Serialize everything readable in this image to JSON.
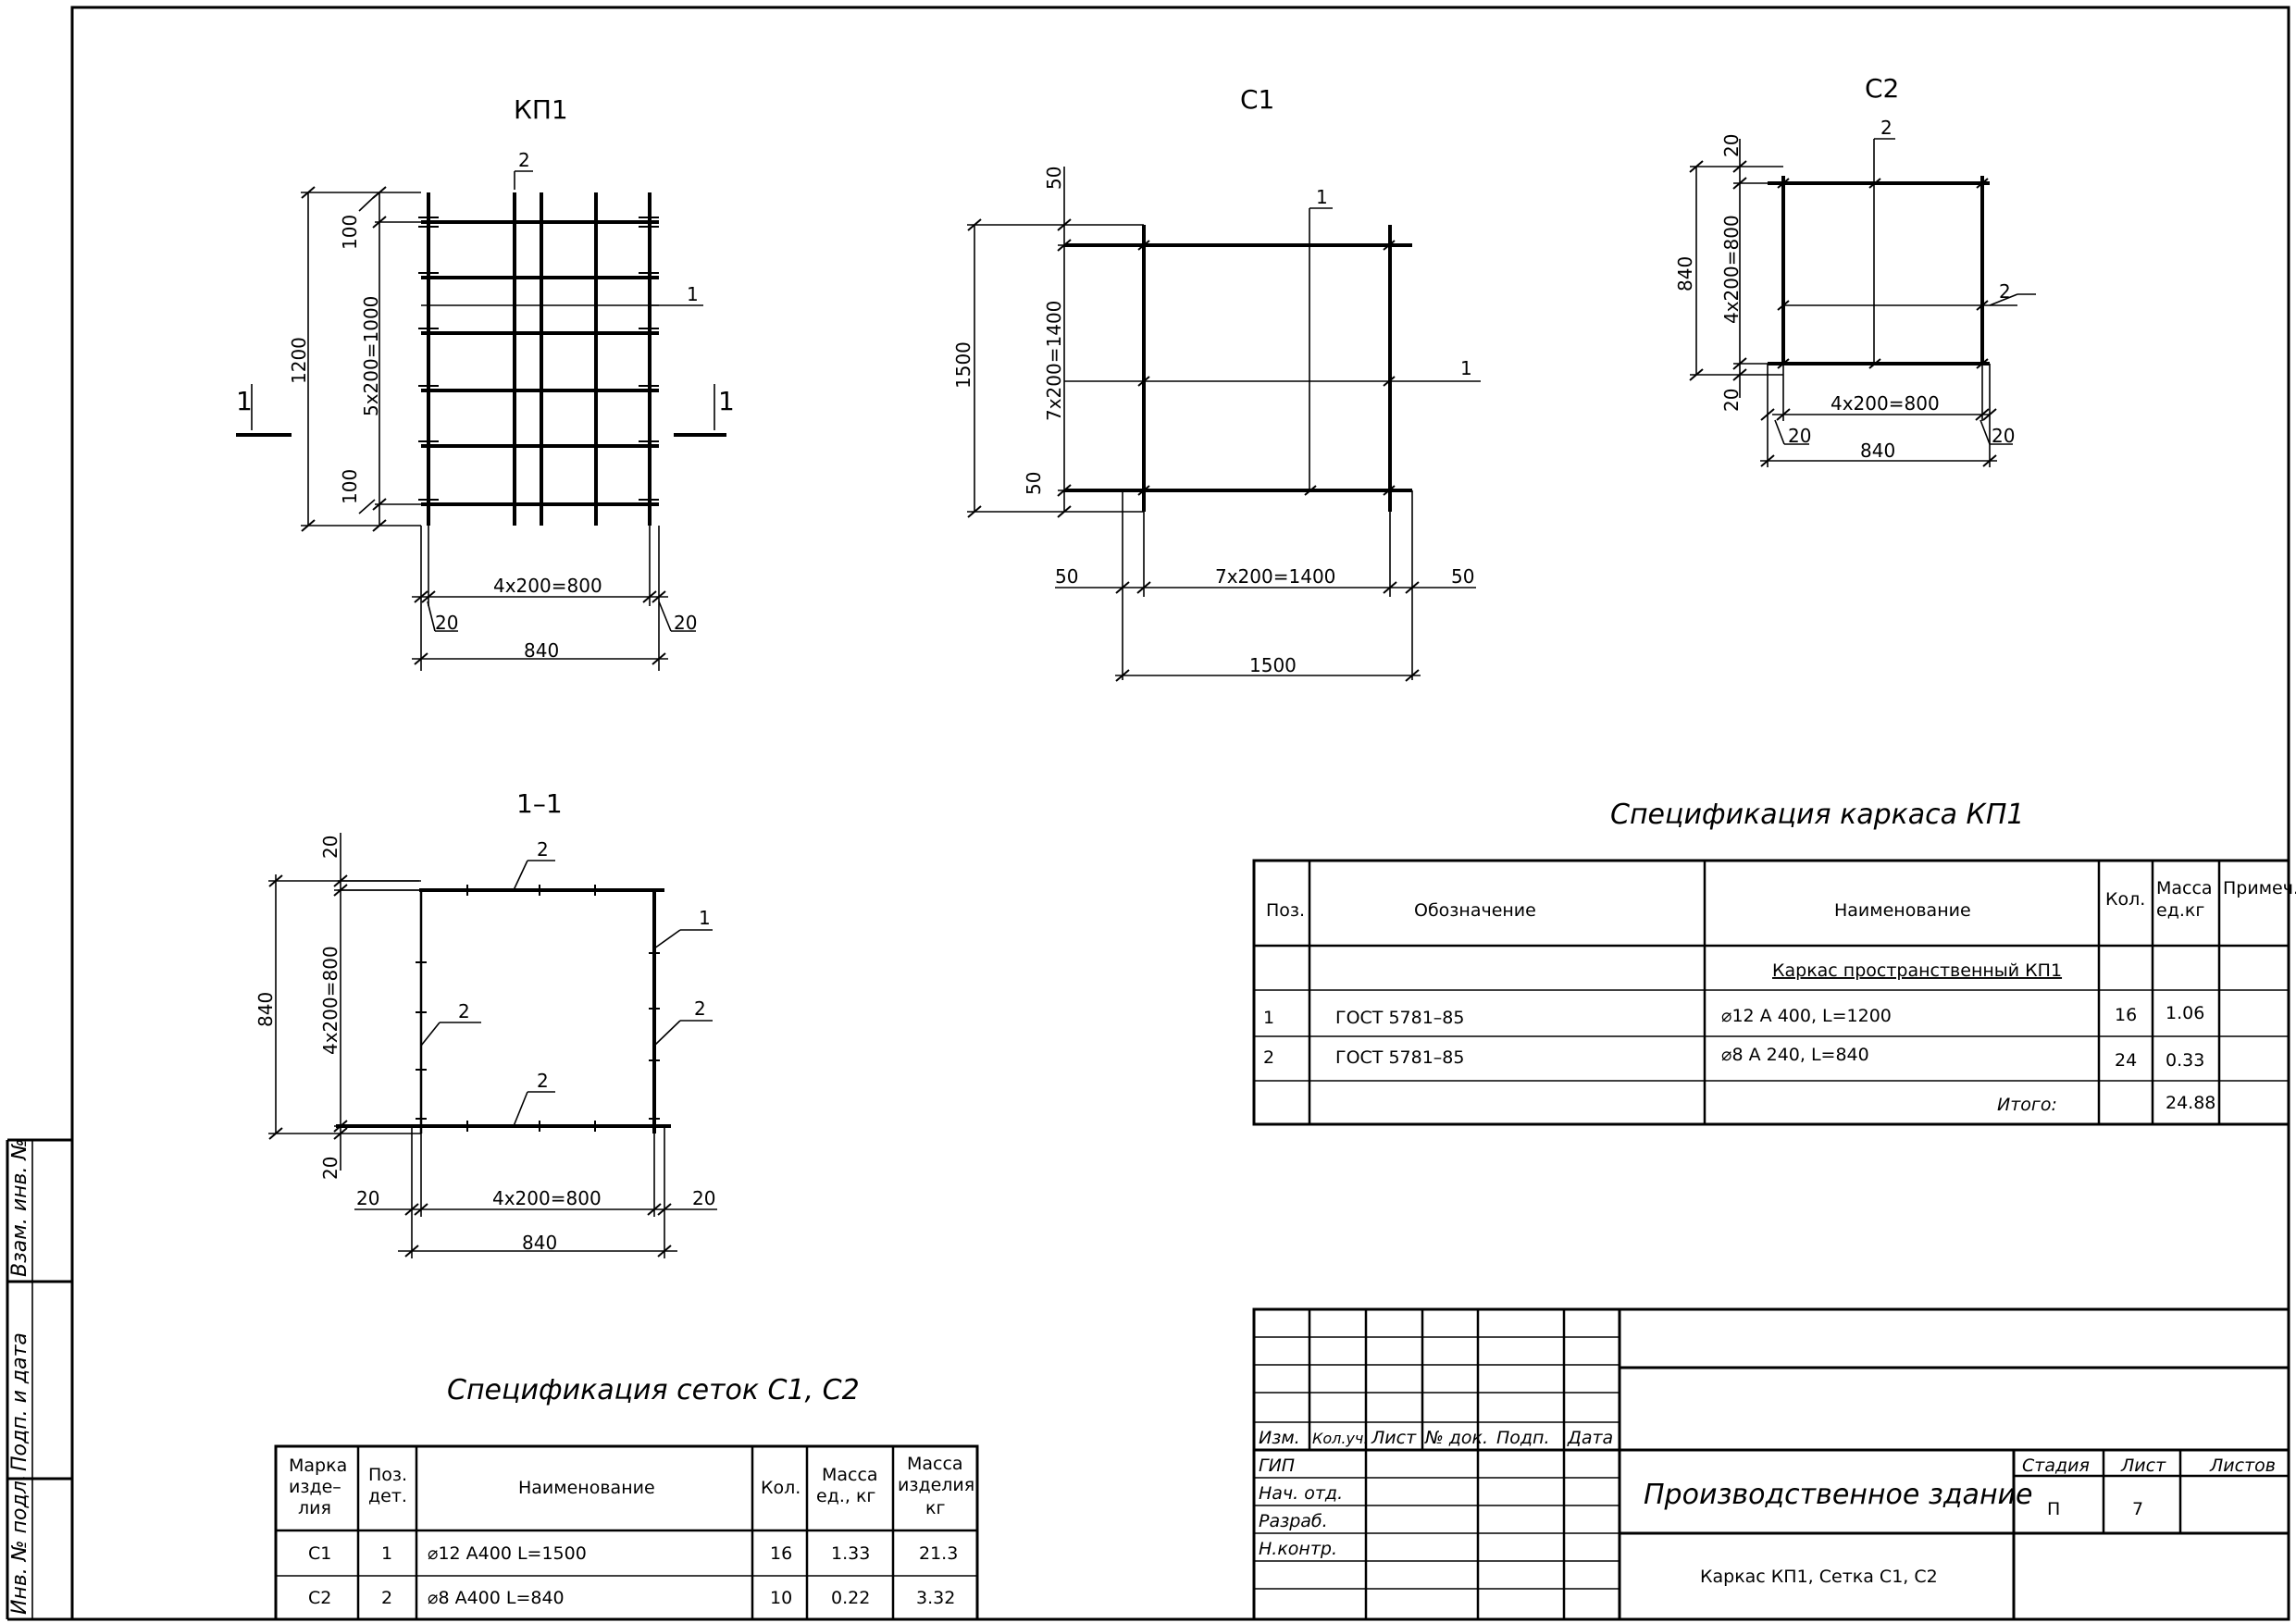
{
  "views": {
    "kp1": {
      "title": "КП1",
      "callout_1": "1",
      "callout_2": "2",
      "dim_height": "1200",
      "dim_top": "100",
      "dim_bottom": "100",
      "dim_spacing": "5x200=1000",
      "dim_width_spacing": "4x200=800",
      "dim_width": "840",
      "dim_overhang_left": "20",
      "dim_overhang_right": "20",
      "section_mark_left": "1",
      "section_mark_right": "1"
    },
    "c1": {
      "title": "С1",
      "callout_1a": "1",
      "callout_1b": "1",
      "dim_height": "1500",
      "dim_top": "50",
      "dim_bottom": "50",
      "dim_spacing_v": "7x200=1400",
      "dim_left": "50",
      "dim_right": "50",
      "dim_spacing_h": "7x200=1400",
      "dim_width": "1500"
    },
    "c2": {
      "title": "С2",
      "callout_2a": "2",
      "callout_2b": "2",
      "dim_top": "20",
      "dim_bottom": "20",
      "dim_height": "840",
      "dim_spacing_v": "4x200=800",
      "dim_spacing_h": "4x200=800",
      "dim_left": "20",
      "dim_right": "20",
      "dim_width": "840"
    },
    "section_1_1": {
      "title": "1–1",
      "callout_top": "2",
      "callout_mid": "2",
      "callout_bottom": "2",
      "callout_right_1": "1",
      "callout_right_2": "2",
      "dim_top": "20",
      "dim_bottom": "20",
      "dim_height": "840",
      "dim_spacing_v": "4x200=800",
      "dim_left": "20",
      "dim_right": "20",
      "dim_spacing_h": "4x200=800",
      "dim_width": "840"
    }
  },
  "spec_kp1": {
    "title": "Спецификация каркаса КП1",
    "headers": [
      "Поз.",
      "Обозначение",
      "Наименование",
      "Кол.",
      "Масса ед.кг",
      "Примеч."
    ],
    "header_mass_line1": "Масса",
    "header_mass_line2": "ед.кг",
    "group_title": "Каркас пространственный КП1",
    "rows": [
      {
        "pos": "1",
        "designation": "ГОСТ 5781–85",
        "name": "⌀12 А 400, L=1200",
        "qty": "16",
        "mass": "1.06"
      },
      {
        "pos": "2",
        "designation": "ГОСТ 5781–85",
        "name": "⌀8 А 240, L=840",
        "qty": "24",
        "mass": "0.33"
      }
    ],
    "total_label": "Итого:",
    "total_value": "24.88"
  },
  "spec_meshes": {
    "title": "Спецификация сеток С1, С2",
    "h_mark": [
      "Марка",
      "изде–",
      "лия"
    ],
    "h_pos": [
      "Поз.",
      "дет."
    ],
    "h_name": "Наименование",
    "h_qty": "Кол.",
    "h_mass_unit": [
      "Масса",
      "ед., кг"
    ],
    "h_mass_item": [
      "Масса",
      "изделия,",
      "кг"
    ],
    "rows": [
      {
        "mark": "С1",
        "pos": "1",
        "name": "⌀12 А400 L=1500",
        "qty": "16",
        "mass_unit": "1.33",
        "mass_item": "21.3"
      },
      {
        "mark": "С2",
        "pos": "2",
        "name": "⌀8 А400 L=840",
        "qty": "10",
        "mass_unit": "0.22",
        "mass_item": "3.32"
      }
    ]
  },
  "title_block": {
    "col_headers": [
      "Изм.",
      "Кол.уч.",
      "Лист",
      "№ док.",
      "Подп.",
      "Дата"
    ],
    "roles": [
      "ГИП",
      "Нач. отд.",
      "Разраб.",
      "Н.контр."
    ],
    "project_name": "Производственное здание",
    "stage_label": "Стадия",
    "sheet_label": "Лист",
    "sheets_label": "Листов",
    "stage_value": "П",
    "sheet_value": "7",
    "drawing_name": "Каркас КП1, Сетка С1, С2"
  },
  "side_stamp": {
    "inv_orig": "Инв. № подл.",
    "sign_date": "Подп. и дата",
    "inv_replace": "Взам. инв. №"
  }
}
